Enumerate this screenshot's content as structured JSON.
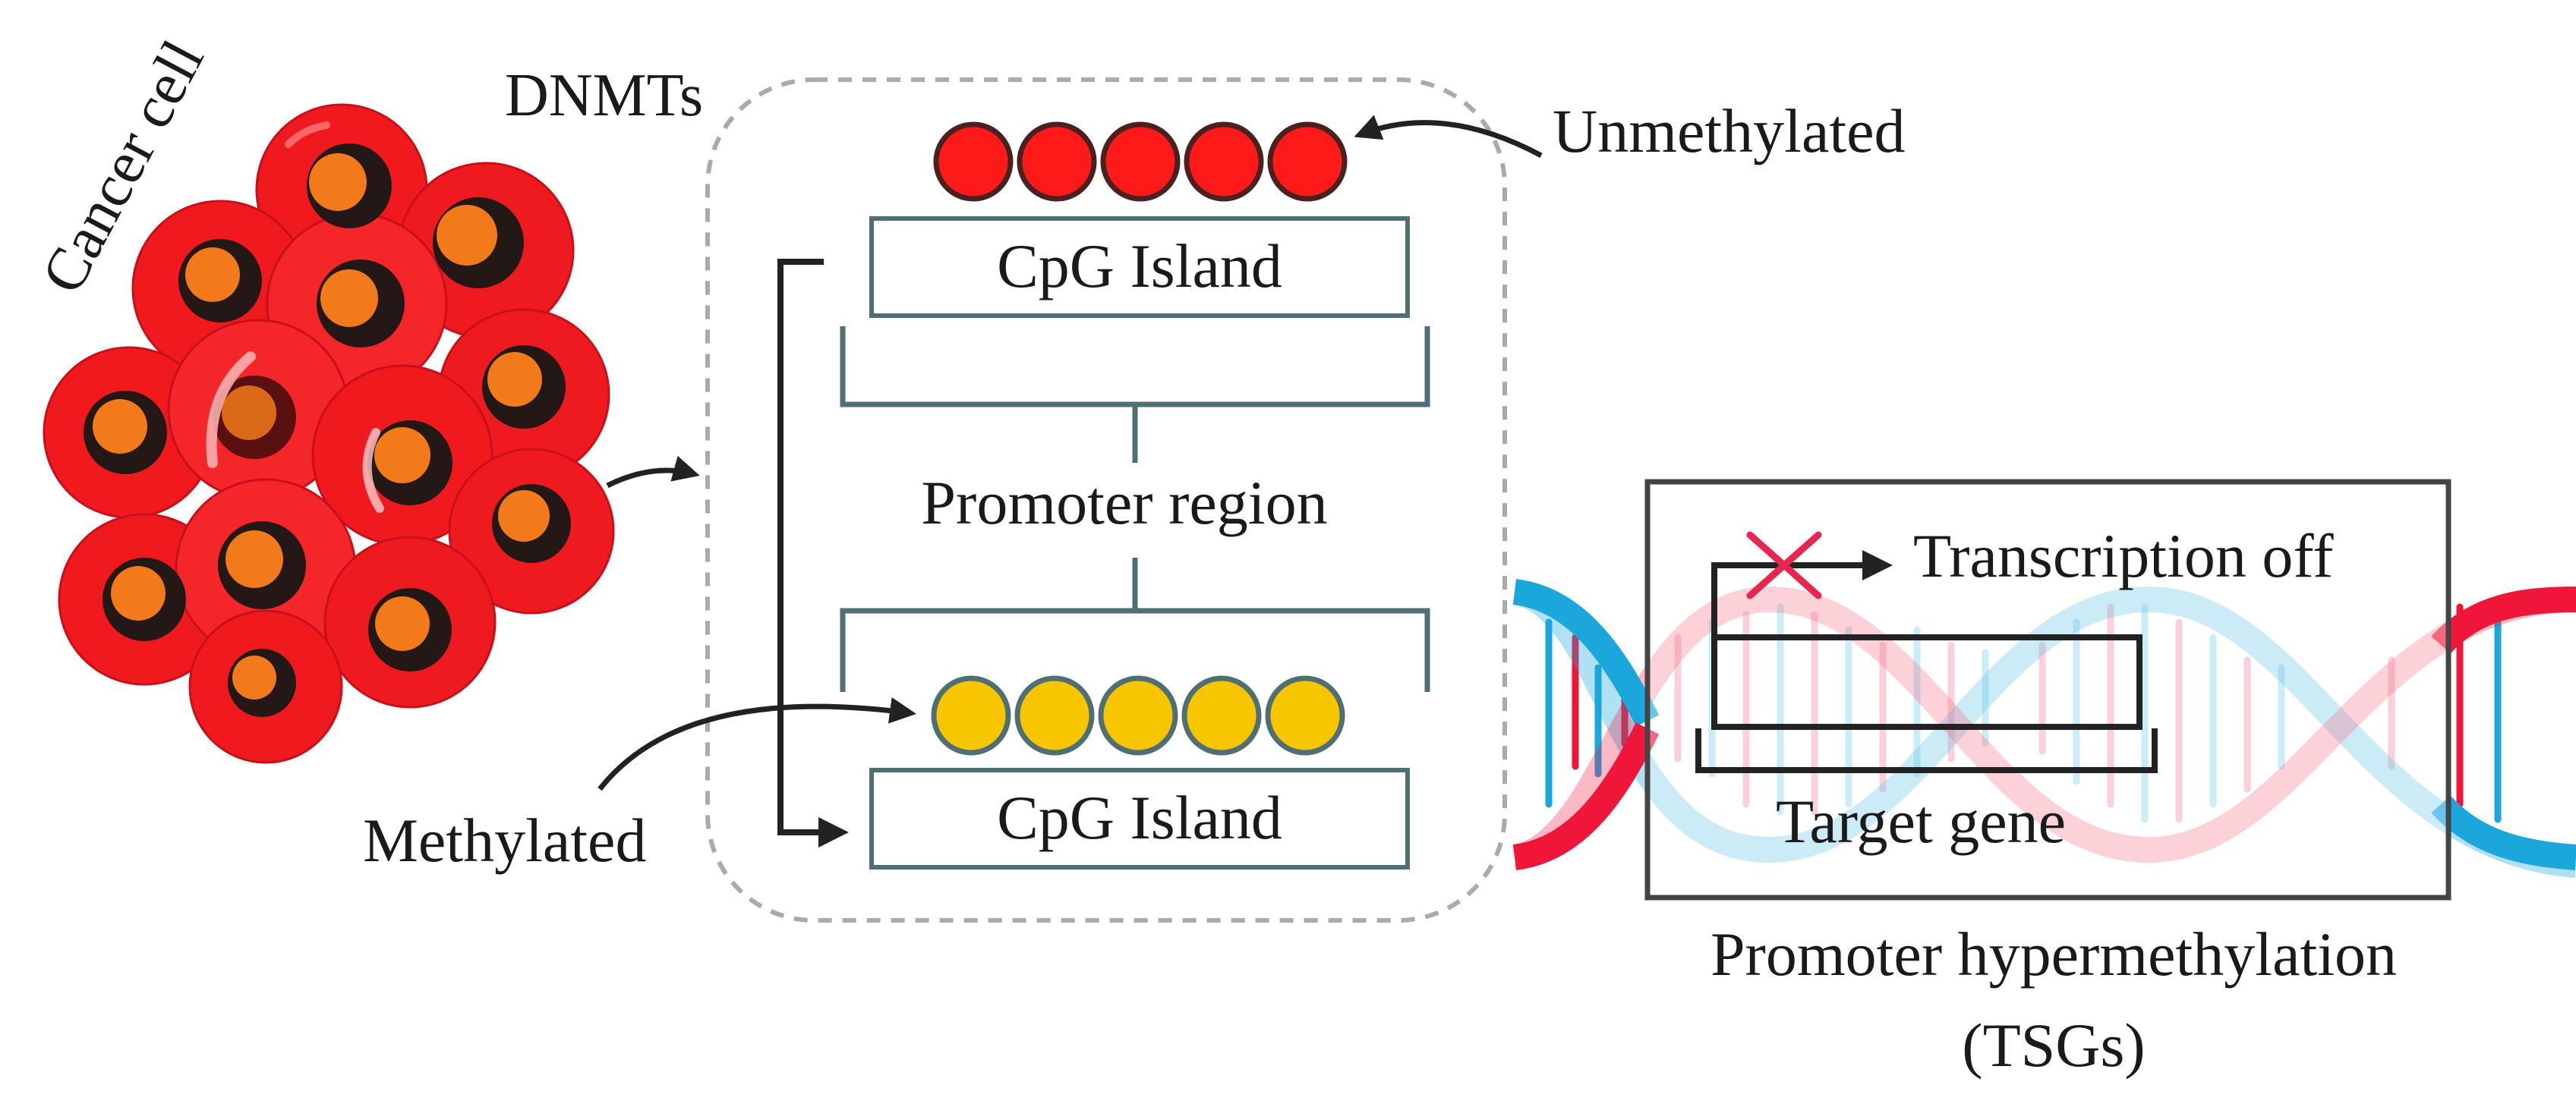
{
  "labels": {
    "cancer_cell": "Cancer cell",
    "dnmts": "DNMTs",
    "unmethylated": "Unmethylated",
    "cpg_island_top": "CpG Island",
    "promoter_region": "Promoter region",
    "cpg_island_bottom": "CpG Island",
    "methylated": "Methylated",
    "transcription_off": "Transcription off",
    "target_gene": "Target gene",
    "promoter_hypermethylation": "Promoter hypermethylation",
    "tsgs": "(TSGs)"
  },
  "colors": {
    "unmethylated_dot": "#ff1a1a",
    "methylated_dot": "#f7c600",
    "dot_outline": "#4f6f73",
    "bracket": "#4f6f73",
    "cell_red": "#f0191e",
    "nucleus_orange": "#f27a1a",
    "dna_red": "#f0163a",
    "dna_blue": "#1ba6dc",
    "cross_red": "#e8254e"
  },
  "counts": {
    "cpg_sites_per_island": 5
  }
}
